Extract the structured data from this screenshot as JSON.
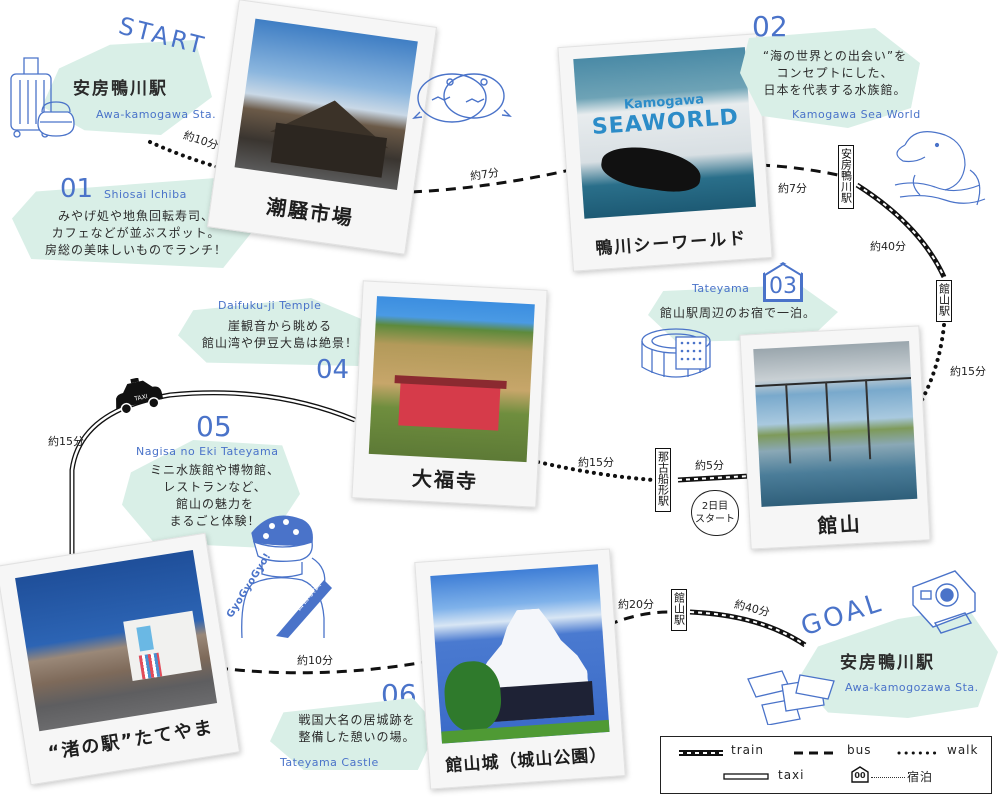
{
  "colors": {
    "accent_blue": "#4a73c9",
    "blob_mint": "#d9efe7",
    "route_black": "#111111",
    "polaroid_frame": "#f6f6f6"
  },
  "start": {
    "badge": "START",
    "name_jp": "安房鴨川駅",
    "name_en": "Awa-kamogawa Sta.",
    "icon": "suitcase-and-bag-icon"
  },
  "goal": {
    "badge": "GOAL",
    "name_jp": "安房鴨川駅",
    "name_en": "Awa-kamogozawa Sta.",
    "icons": [
      "instant-camera-icon",
      "photos-icon"
    ]
  },
  "spots": [
    {
      "number": "01",
      "name_en": "Shiosai Ichiba",
      "caption": "潮騒市場",
      "description": [
        "みやげ処や地魚回転寿司、",
        "カフェなどが並ぶスポット。",
        "房総の美味しいものでランチ！"
      ],
      "icon": "fish-illustration-icon"
    },
    {
      "number": "02",
      "name_en": "Kamogawa Sea World",
      "caption": "鴨川シーワールド",
      "description": [
        "“海の世界との出会い”を",
        "コンセプトにした、",
        "日本を代表する水族館。"
      ],
      "photo_text": [
        "Kamogawa",
        "SEAWORLD"
      ],
      "icon": "dolphin-illustration-icon"
    },
    {
      "number": "03",
      "name_en": "Tateyama",
      "caption": "館山",
      "description": [
        "館山駅周辺のお宿で一泊。"
      ],
      "icon": "wooden-bath-tub-icon",
      "badge_style": "house"
    },
    {
      "number": "04",
      "name_en": "Daifuku-ji Temple",
      "caption": "大福寺",
      "description": [
        "崖観音から眺める",
        "館山湾や伊豆大島は絶景！"
      ]
    },
    {
      "number": "05",
      "name_en": "Nagisa no Eki Tateyama",
      "caption": "“渚の駅”たてやま",
      "description": [
        "ミニ水族館や博物館、",
        "レストランなど、",
        "館山の魅力を",
        "まるごと体験！"
      ],
      "mascot_text": "GyoGyoGyo!",
      "sash_text": "名誉駅長"
    },
    {
      "number": "06",
      "name_en": "Tateyama Castle",
      "caption": "館山城（城山公園）",
      "description": [
        "戦国大名の居城跡を",
        "整備した憩いの場。"
      ]
    }
  ],
  "routes": {
    "times": {
      "start_to_01": "約10分",
      "01_to_02": "約7分",
      "02_to_station": "約7分",
      "train_awakamogawa_to_tateyama": "約40分",
      "tateyama_station_to_03": "約15分",
      "03_to_nagofunakata": "約5分",
      "nagofunakata_to_04": "約15分",
      "04_to_05_taxi": "約15分",
      "05_to_06": "約10分",
      "06_to_tateyama_station": "約20分",
      "train_to_goal": "約40分"
    },
    "stations": {
      "awakamogawa": "安房鴨川駅",
      "tateyama_top": "館山駅",
      "nagofunakata": "那古船形駅",
      "tateyama_bottom": "館山駅"
    },
    "day2_bubble": [
      "2日目",
      "スタート"
    ],
    "taxi_sign": "TAXI"
  },
  "legend": {
    "train": "train",
    "bus": "bus",
    "walk": "walk",
    "taxi": "taxi",
    "stay_badge": "00",
    "stay_label": "宿泊"
  }
}
